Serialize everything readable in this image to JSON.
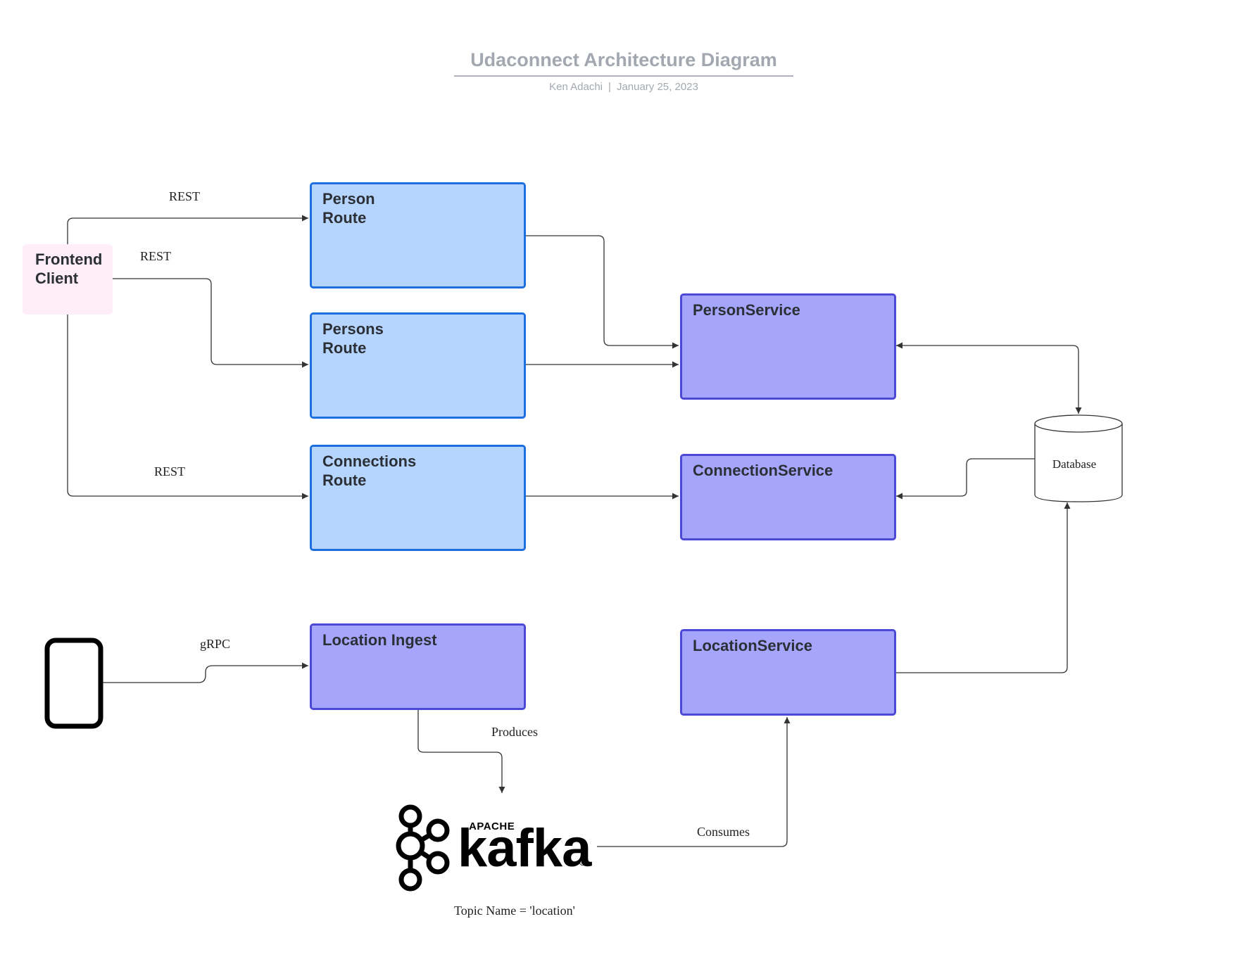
{
  "header": {
    "title": "Udaconnect Architecture Diagram",
    "author": "Ken Adachi",
    "separator": "|",
    "date": "January 25, 2023"
  },
  "nodes": {
    "frontend_client": {
      "line1": "Frontend",
      "line2": "Client"
    },
    "person_route": {
      "line1": "Person",
      "line2": "Route"
    },
    "persons_route": {
      "line1": "Persons",
      "line2": "Route"
    },
    "connections_route": {
      "line1": "Connections",
      "line2": "Route"
    },
    "location_ingest": {
      "line1": "Location Ingest"
    },
    "person_service": {
      "line1": "PersonService"
    },
    "connection_service": {
      "line1": "ConnectionService"
    },
    "location_service": {
      "line1": "LocationService"
    },
    "database": {
      "label": "Database"
    },
    "kafka": {
      "apache": "APACHE",
      "word": "kafka",
      "registered": "®",
      "topic": "Topic Name = 'location'"
    }
  },
  "edges": {
    "rest_person": "REST",
    "rest_persons": "REST",
    "rest_connections": "REST",
    "grpc": "gRPC",
    "produces": "Produces",
    "consumes": "Consumes"
  },
  "colors": {
    "route_fill": "#b6d5fe",
    "route_border": "#1d6fe0",
    "service_fill": "#a5a5fc",
    "service_border": "#4c49d6",
    "client_fill": "#ffedf8",
    "title_text": "#a3a8b0",
    "connector": "#333333"
  },
  "icons": {
    "device": "smartphone-icon",
    "broker": "kafka-logo"
  }
}
